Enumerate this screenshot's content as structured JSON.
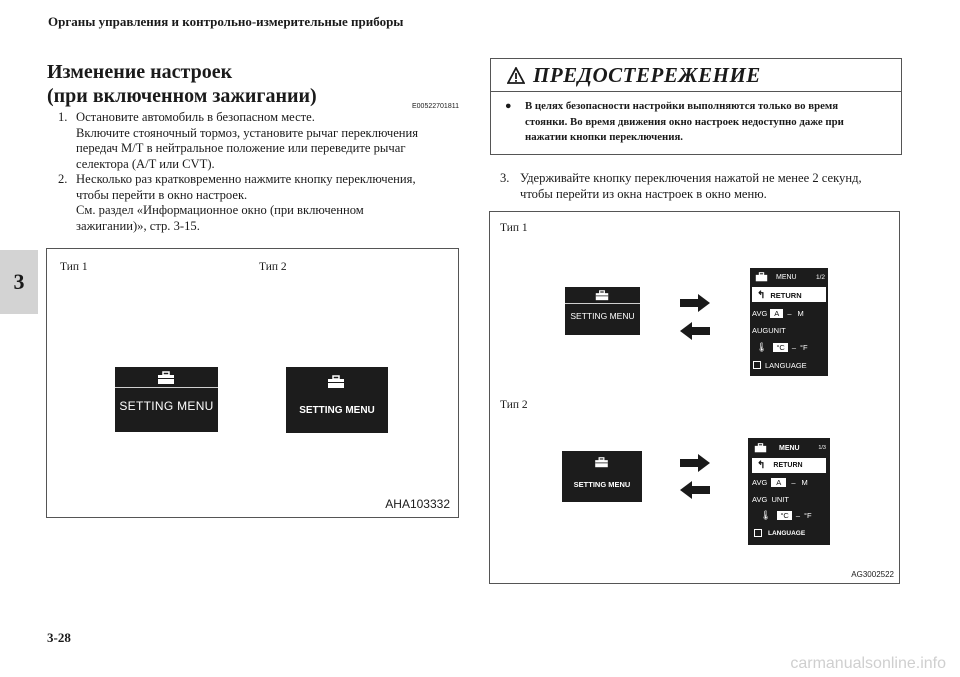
{
  "header": "Органы управления и контрольно-измерительные приборы",
  "heading": {
    "line1": "Изменение настроек",
    "line2": "(при включенном зажигании)",
    "code": "E00522701811"
  },
  "steps": [
    {
      "num": "1.",
      "lines": [
        "Остановите автомобиль в безопасном месте.",
        "Включите стояночный тормоз, установите рычаг переключения",
        "передач М/Т в нейтральное положение или переведите рычаг",
        "селектора (A/T или CVT)."
      ]
    },
    {
      "num": "2.",
      "lines": [
        "Несколько раз кратковременно нажмите кнопку переключения,",
        "чтобы перейти в окно настроек.",
        "См. раздел «Информационное окно (при включенном",
        "зажигании)», стр. 3-15."
      ]
    }
  ],
  "chapter": "3",
  "figure1": {
    "type1_label": "Тип 1",
    "type2_label": "Тип 2",
    "screen_text": "SETTING MENU",
    "code": "AHA103332"
  },
  "warning": {
    "title": "ПРЕДОСТЕРЕЖЕНИЕ",
    "bullet": "●",
    "lines": [
      "В целях безопасности настройки выполняются только во время",
      "стоянки. Во время движения окно настроек недоступно даже при",
      "нажатии кнопки переключения."
    ]
  },
  "step3": {
    "num": "3.",
    "lines": [
      "Удерживайте кнопку переключения нажатой не менее 2 секунд,",
      "чтобы перейти из окна настроек в окно меню."
    ]
  },
  "figure2": {
    "type1_label": "Тип 1",
    "type2_label": "Тип 2",
    "screen_text": "SETTING MENU",
    "code": "AG3002522",
    "menu": {
      "title": "MENU",
      "page1": "1/2",
      "page2": "1/3",
      "return": "RETURN",
      "avg": "AVG",
      "avg_a": "A",
      "avg_sep": "–",
      "avg_m": "M",
      "avgunit1": "AUGUNIT",
      "avgunit2": "AVG  UNIT",
      "temp_c": "°C",
      "temp_sep": "–",
      "temp_f": "°F",
      "language": "LANGUAGE"
    }
  },
  "page_number": "3-28",
  "watermark": "carmanualsonline.info"
}
